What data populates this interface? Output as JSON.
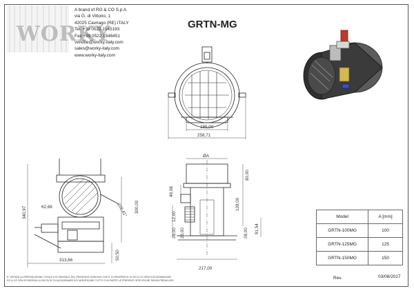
{
  "header": {
    "logo_text": "WORKY",
    "company_lines": [
      "A brand of RO & CO S.p.A",
      "via G. di Vittorio, 1",
      "42025 Cavriago (RE) ITALY",
      "Tel. +39 0522 1545193",
      "Fax +39 0522 1546451",
      "vendite@worky-italy.com",
      "sales@worky-italy.com",
      "www.worky-italy.com"
    ],
    "title": "GRTN-MG"
  },
  "dimensions": {
    "front_inner_width": "185,00",
    "front_outer_width": "258,71",
    "side_total_width": "313,66",
    "side_height": "340,97",
    "side_body_height": "300,00",
    "side_arm": "62,68",
    "side_angle": "102,41°",
    "side_bottom": "50,50",
    "sec_diameter": "ØA",
    "sec_top_height": "80,00",
    "sec_offset": "49,08",
    "sec_mid_height": "128,00",
    "sec_inner_12": "12,00",
    "sec_inner_28a": "28,00",
    "sec_inner_28b": "28,00",
    "sec_inner_28c": "28,00",
    "sec_right": "91,54",
    "sec_bottom_width": "217,00"
  },
  "table": {
    "headers": [
      "Model",
      "A [mm]"
    ],
    "rows": [
      [
        "GRTN-100MG",
        "100"
      ],
      [
        "GRTN-125MG",
        "125"
      ],
      [
        "GRTN-150MG",
        "150"
      ]
    ]
  },
  "footer": {
    "note_lines": [
      "E' VIETATA LA RIPRODUZIONE TOTALE E/O PARZIALE DEL PRESENTE DISEGNO CHE E' DI PROPRIETA' DI RO & CO SPA P.IVA 00256820355",
      "RO & CO SPA SI RISERVA LA FACOLTA' DI AGGIORNARE E/O MODIFICARE TUTTO O IN PARTE LE PRESENTI SPECIFICHE SENZA PREAVVISO"
    ],
    "rev_label": "Rev.",
    "date": "03/08/2017"
  }
}
